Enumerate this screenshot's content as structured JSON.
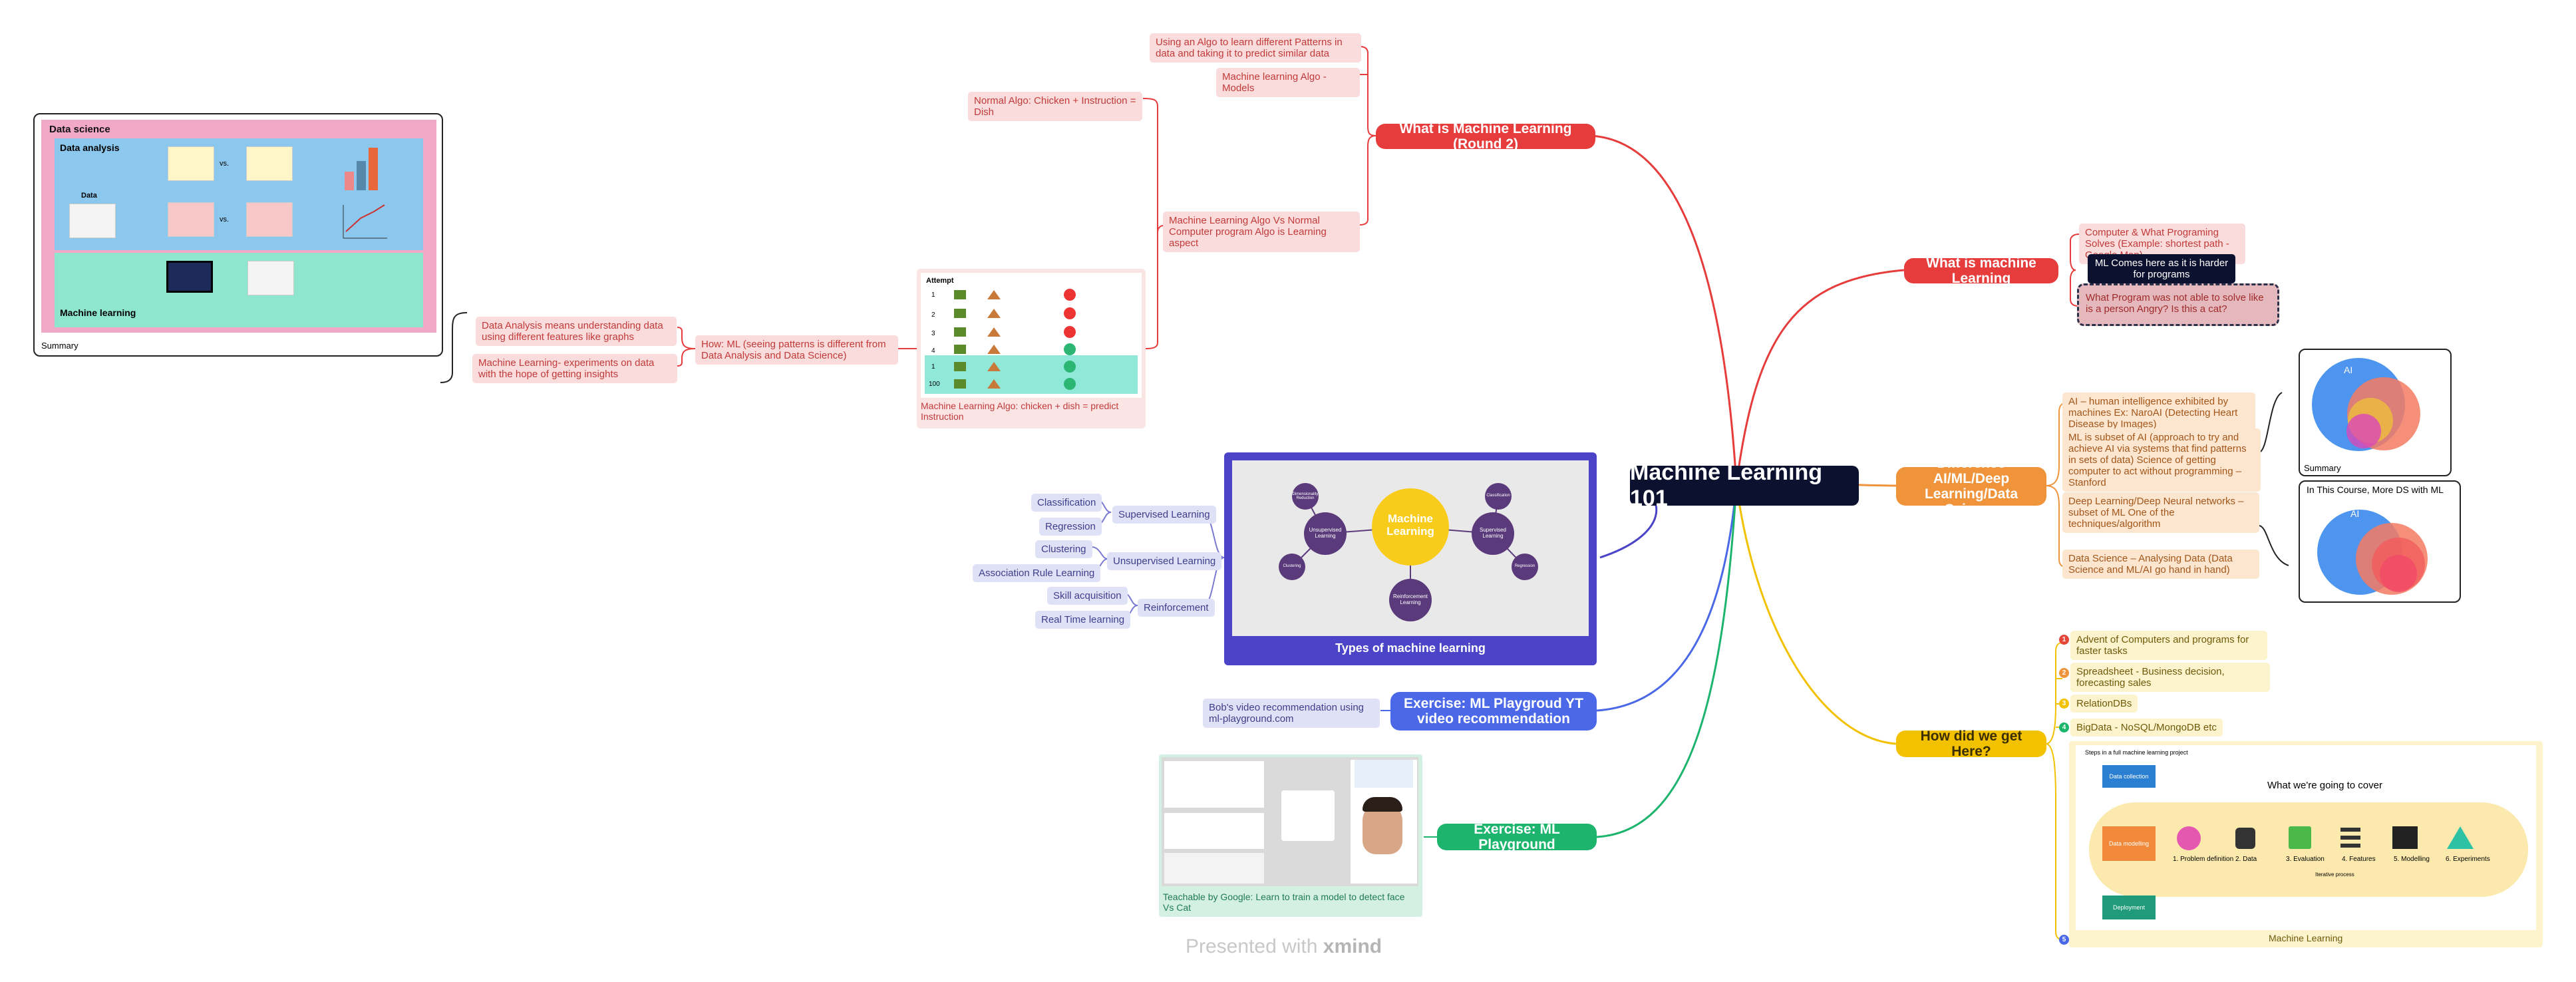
{
  "central": "Machine Learning 101",
  "branches": {
    "ml_round2": {
      "title": "What is Machine Learning (Round 2)",
      "subs": [
        "Using an Algo to learn different Patterns in data and taking it to predict similar data",
        "Machine learning Algo - Models",
        "Normal Algo: Chicken + Instruction = Dish",
        "Machine Learning Algo Vs Normal Computer program Algo is Learning aspect"
      ],
      "how": "How: ML (seeing patterns is different from Data Analysis and Data Science)",
      "how_subs": [
        "Data Analysis means understanding data using different features like graphs",
        "Machine Learning- experiments on data with the hope of getting insights"
      ],
      "algo_caption": "Machine Learning Algo: chicken + dish = predict Instruction",
      "attempt_label": "Attempt",
      "attempt_rows": [
        "1",
        "2",
        "3",
        "4",
        "1",
        "100"
      ]
    },
    "what_is_ml": {
      "title": "What is machine Learning",
      "subs": [
        "Computer & What Programing Solves (Example: shortest path - Google Map)",
        "ML Comes here as it is harder for programs",
        "What Program was not able to solve like is a person Angry? Is this a cat?"
      ]
    },
    "diff": {
      "title": "Difference AI/ML/Deep Learning/Data Science",
      "subs": [
        "AI – human intelligence exhibited by machines Ex: NaroAI (Detecting Heart Disease by Images)",
        "ML is subset of AI (approach to try and achieve AI via systems that find patterns in sets of data) Science of getting computer to act without programming – Stanford",
        "Deep Learning/Deep Neural networks – subset of ML One of the techniques/algorithm",
        "Data Science – Analysing Data (Data Science and ML/AI go hand in hand)"
      ],
      "summary_label": "Summary",
      "course_label": "In This Course, More DS with ML",
      "venn_ai": "AI"
    },
    "how_here": {
      "title": "How did we get Here?",
      "subs": [
        "Advent of Computers and programs for faster tasks",
        "Spreadsheet - Business decision, forecasting sales",
        "RelationDBs",
        "BigData - NoSQL/MongoDB etc"
      ],
      "badges": [
        "1",
        "2",
        "3",
        "4",
        "5"
      ],
      "ml_caption": "Machine Learning",
      "ml_header": "Steps in a full machine learning project",
      "ml_cover": "What we're going to cover",
      "ml_left": [
        "Data collection",
        "Data modelling",
        "Deployment"
      ],
      "ml_steps": [
        "1. Problem definition",
        "2. Data",
        "3. Evaluation",
        "4. Features",
        "5. Modelling",
        "6. Experiments"
      ],
      "ml_iter": "Iterative process"
    },
    "types": {
      "caption": "Types of machine learning",
      "center": "Machine Learning",
      "hubs": [
        "Unsupervised Learning",
        "Supervised Learning",
        "Reinforcement Learning",
        "Clustering",
        "Dimensionality Reduction",
        "Classification",
        "Regression"
      ],
      "groups": [
        "Supervised Learning",
        "Unsupervised Learning",
        "Reinforcement"
      ],
      "items": [
        "Classification",
        "Regression",
        "Clustering",
        "Association Rule Learning",
        "Skill acquisition",
        "Real Time learning"
      ]
    },
    "exercise_yt": {
      "title": "Exercise: ML Playgroud YT video recommendation",
      "sub": "Bob's video recommendation using ml-playground.com"
    },
    "exercise_pg": {
      "title": "Exercise: ML Playground",
      "caption": "Teachable by Google: Learn to train a model to detect face Vs Cat"
    }
  },
  "data_science": {
    "title": "Data science",
    "analysis": "Data analysis",
    "data": "Data",
    "ml": "Machine learning",
    "vs": "vs.",
    "summary": "Summary"
  },
  "footer": {
    "prefix": "Presented with ",
    "brand": "xmind"
  },
  "colors": {
    "red": "#e63c3c",
    "orange": "#f0943c",
    "yellow": "#f2c200",
    "blue": "#4a68e8",
    "indigo": "#4b44c8",
    "green": "#1db56e",
    "dark": "#0d1130"
  }
}
